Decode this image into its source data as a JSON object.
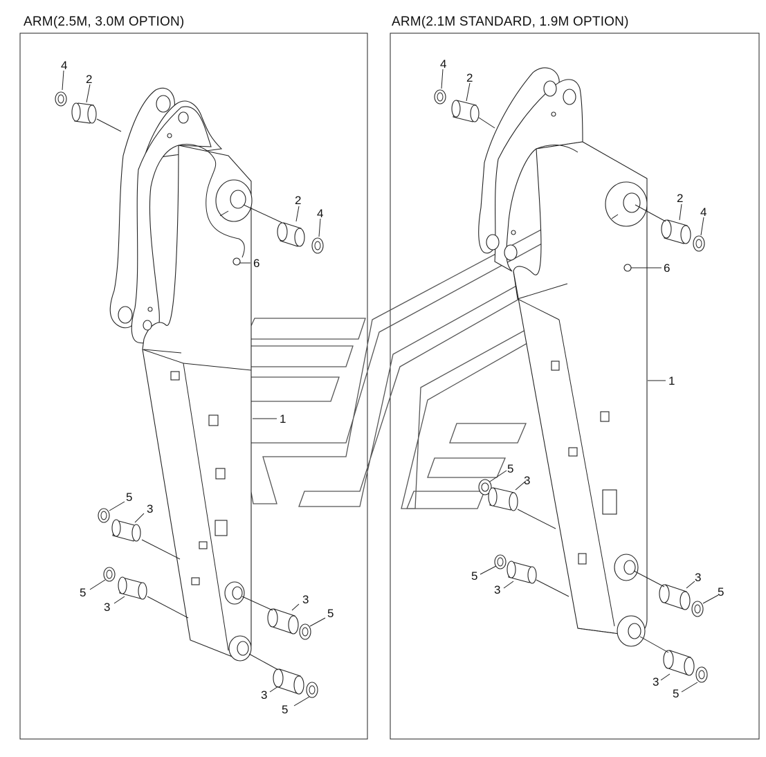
{
  "panels": [
    {
      "title": "ARM(2.5M, 3.0M OPTION)",
      "callouts": {
        "arm": "1",
        "bush_top_a": "2",
        "bush_top_b": "2",
        "bush_mid_a": "3",
        "bush_low_a": "3",
        "bush_tip_a": "3",
        "bush_tip_b": "3",
        "ring_top_a": "4",
        "ring_top_b": "4",
        "ring_mid_a": "5",
        "ring_low_a": "5",
        "ring_tip_a": "5",
        "ring_tip_b": "5",
        "fitting": "6"
      }
    },
    {
      "title": "ARM(2.1M STANDARD, 1.9M OPTION)",
      "callouts": {
        "arm": "1",
        "bush_top_a": "2",
        "bush_top_b": "2",
        "bush_mid_a": "3",
        "bush_low_a": "3",
        "bush_tip_a": "3",
        "bush_tip_b": "3",
        "ring_top_a": "4",
        "ring_top_b": "4",
        "ring_mid_a": "5",
        "ring_low_a": "5",
        "ring_tip_a": "5",
        "ring_tip_b": "5",
        "fitting": "6"
      }
    }
  ]
}
